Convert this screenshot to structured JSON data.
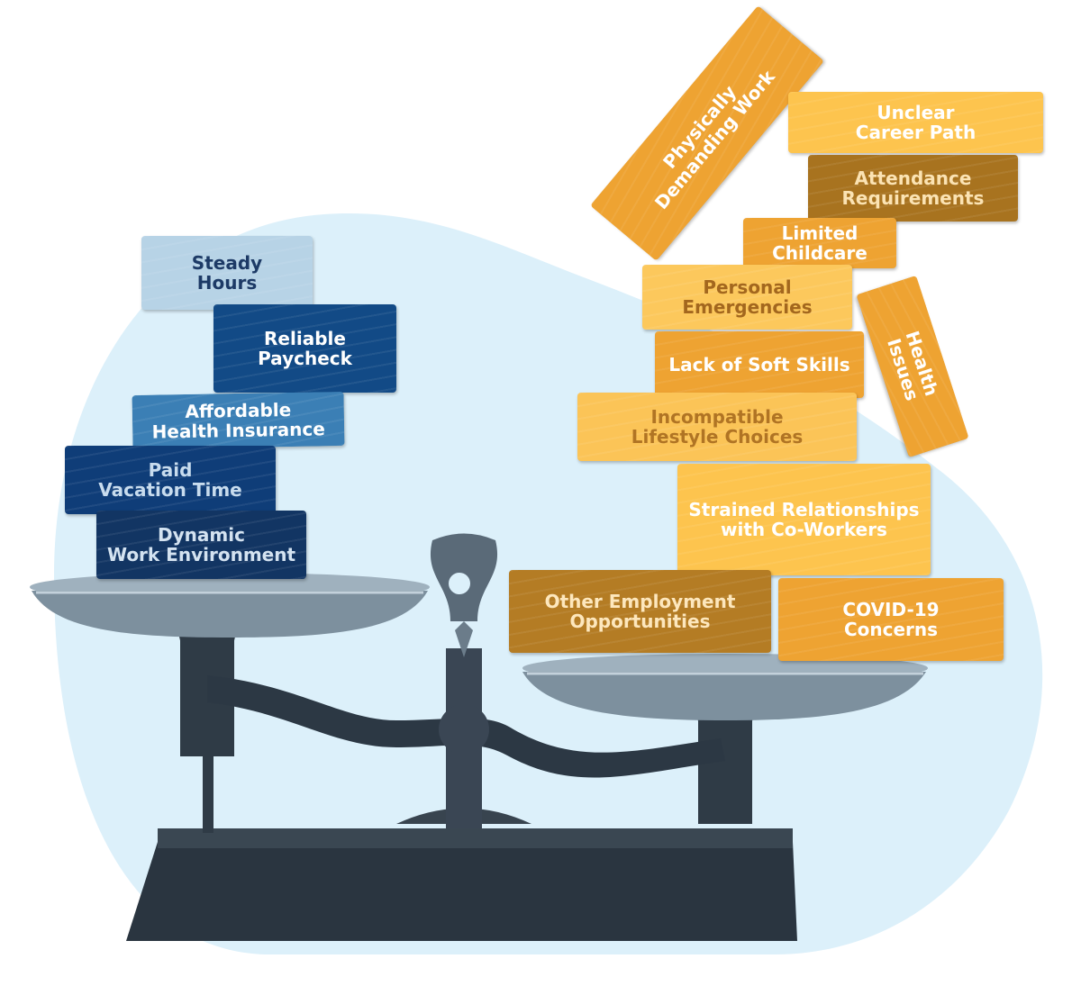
{
  "positive_factors": [
    {
      "id": "steady-hours",
      "label": "Steady\nHours",
      "color": "#b7d3e6"
    },
    {
      "id": "reliable-paycheck",
      "label": "Reliable\nPaycheck",
      "color": "#124a86"
    },
    {
      "id": "affordable-health-insurance",
      "label": "Affordable\nHealth Insurance",
      "color": "#3b7fb5"
    },
    {
      "id": "paid-vacation-time",
      "label": "Paid\nVacation Time",
      "color": "#0f3d78"
    },
    {
      "id": "dynamic-work-environment",
      "label": "Dynamic\nWork Environment",
      "color": "#123563"
    }
  ],
  "negative_factors": [
    {
      "id": "physically-demanding-work",
      "label": "Physically\nDemanding Work",
      "color": "#eea332"
    },
    {
      "id": "unclear-career-path",
      "label": "Unclear\nCareer Path",
      "color": "#fdc44e"
    },
    {
      "id": "attendance-requirements",
      "label": "Attendance\nRequirements",
      "color": "#a8731f"
    },
    {
      "id": "limited-childcare",
      "label": "Limited\nChildcare",
      "color": "#eea332"
    },
    {
      "id": "personal-emergencies",
      "label": "Personal\nEmergencies",
      "color": "#fcc85c"
    },
    {
      "id": "health-issues",
      "label": "Health\nIssues",
      "color": "#eea332"
    },
    {
      "id": "lack-of-soft-skills",
      "label": "Lack of Soft Skills",
      "color": "#eea332"
    },
    {
      "id": "incompatible-lifestyle-choices",
      "label": "Incompatible\nLifestyle Choices",
      "color": "#fbc457"
    },
    {
      "id": "strained-relationships",
      "label": "Strained Relationships\nwith Co-Workers",
      "color": "#fdc44e"
    },
    {
      "id": "other-employment-opportunities",
      "label": "Other Employment\nOpportunities",
      "color": "#b47c24"
    },
    {
      "id": "covid-19-concerns",
      "label": "COVID-19\nConcerns",
      "color": "#eea332"
    }
  ],
  "colors": {
    "background_blob": "#dcf0fa",
    "scale_metal": "#8da0ae",
    "scale_iron": "#2a3540"
  }
}
